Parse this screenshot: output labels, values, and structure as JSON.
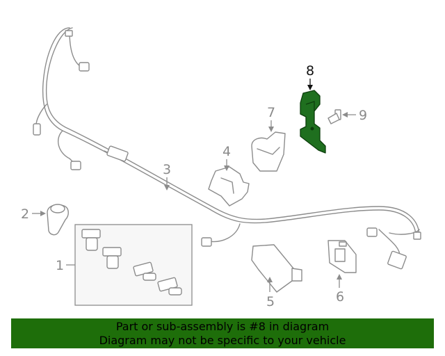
{
  "callouts": {
    "c1": "1",
    "c2": "2",
    "c3": "3",
    "c4": "4",
    "c5": "5",
    "c6": "6",
    "c7": "7",
    "c8": "8",
    "c9": "9"
  },
  "highlighted_part": "8",
  "colors": {
    "highlight": "#1f6f1f",
    "banner": "#1e6e0a",
    "line": "#8c8c8c"
  },
  "banner": {
    "line1": "Part or sub-assembly is #8 in diagram",
    "line2": "Diagram may not be specific to your vehicle"
  }
}
